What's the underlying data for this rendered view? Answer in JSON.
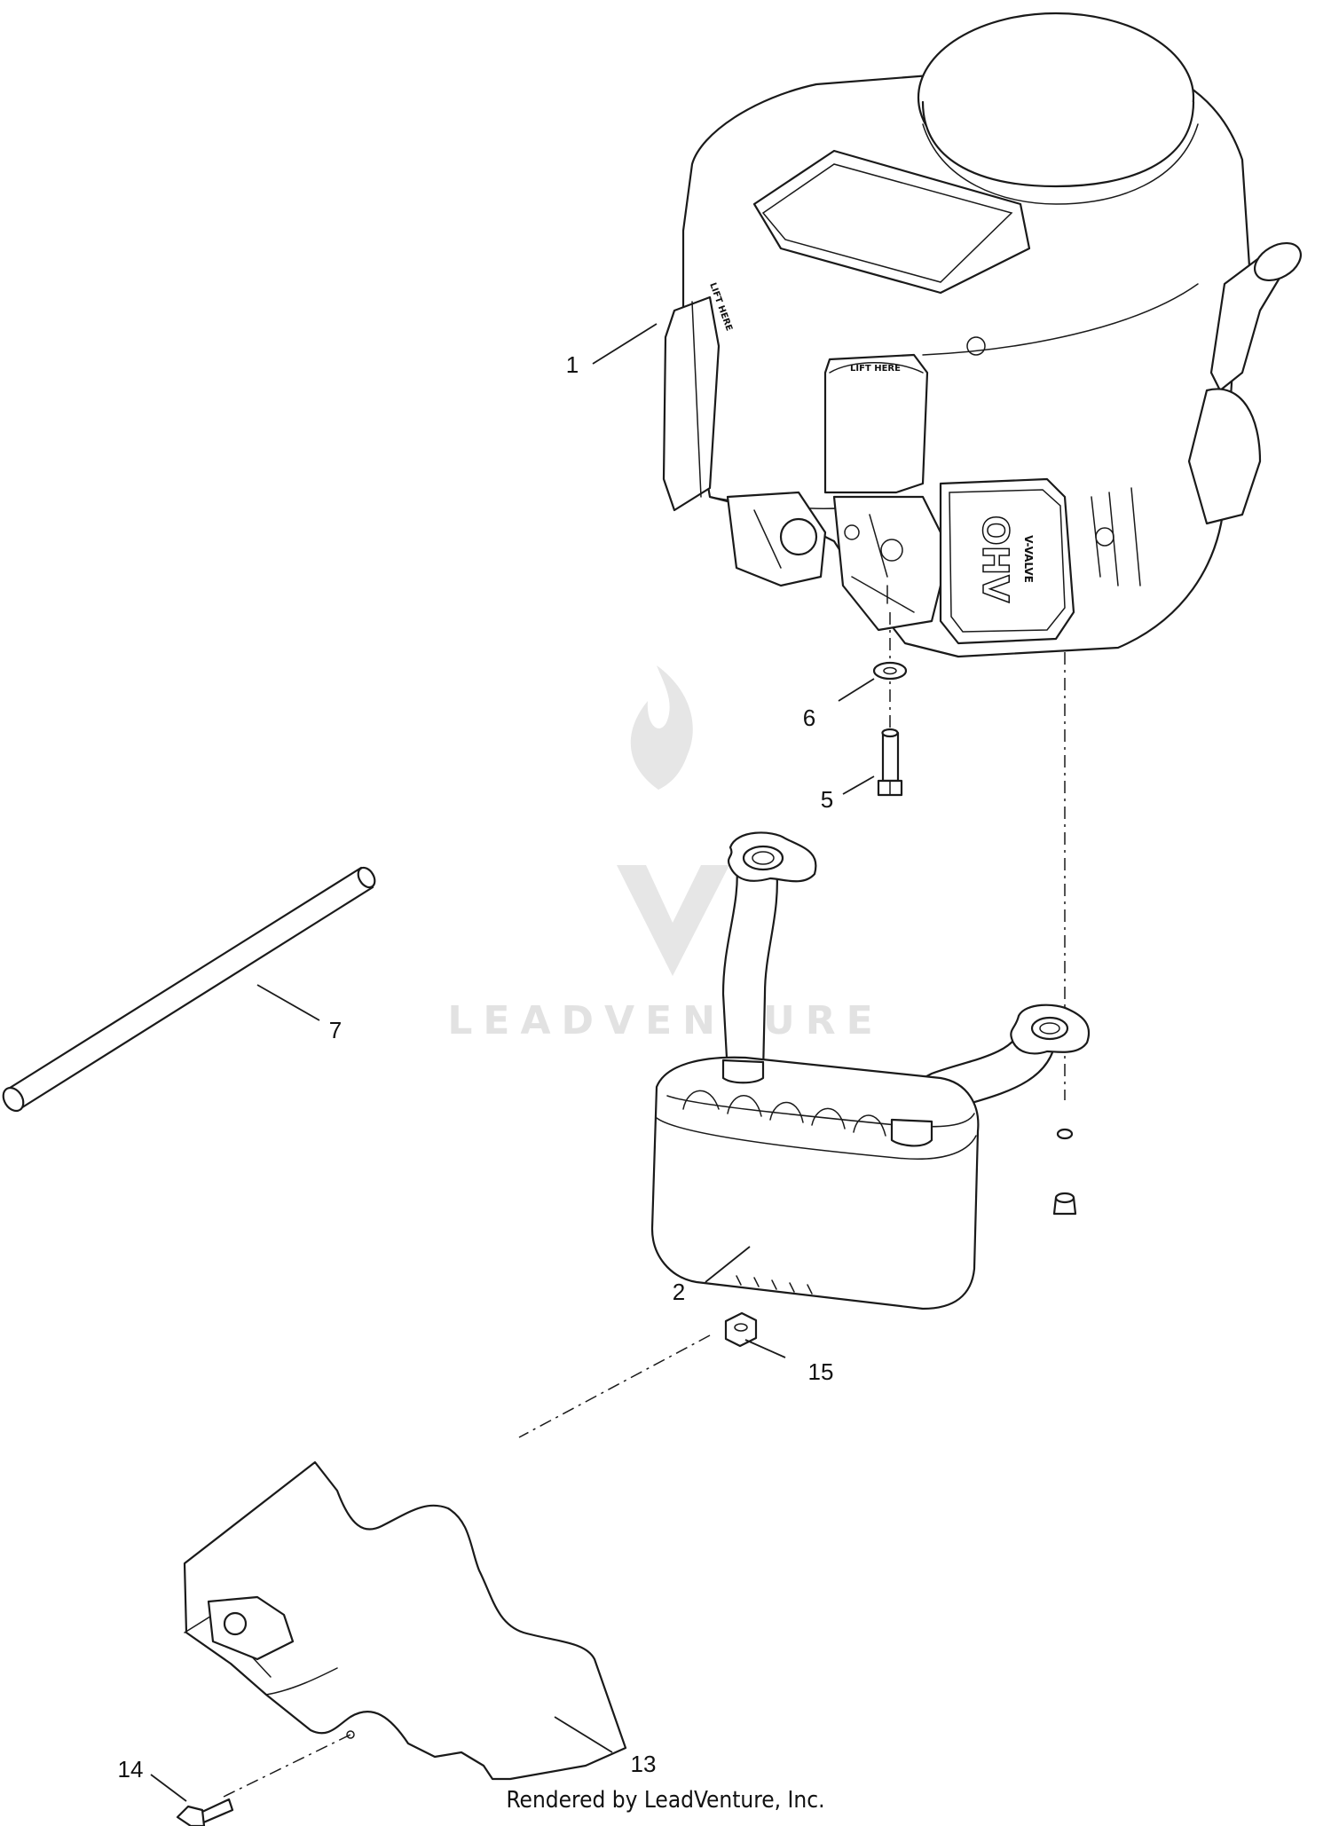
{
  "diagram": {
    "watermark": "LEADVENTURE",
    "footer": "Rendered by LeadVenture, Inc.",
    "engine_labels": {
      "lift_here_top": "LIFT HERE",
      "lift_here_front": "LIFT HERE",
      "valve_cover": "OHV",
      "valve_cover_sub": "V-VALVE"
    },
    "callouts": {
      "engine": "1",
      "muffler": "2",
      "bolt": "5",
      "washer": "6",
      "tube": "7",
      "heat_shield": "13",
      "shield_bolt": "14",
      "shield_nut": "15"
    }
  }
}
